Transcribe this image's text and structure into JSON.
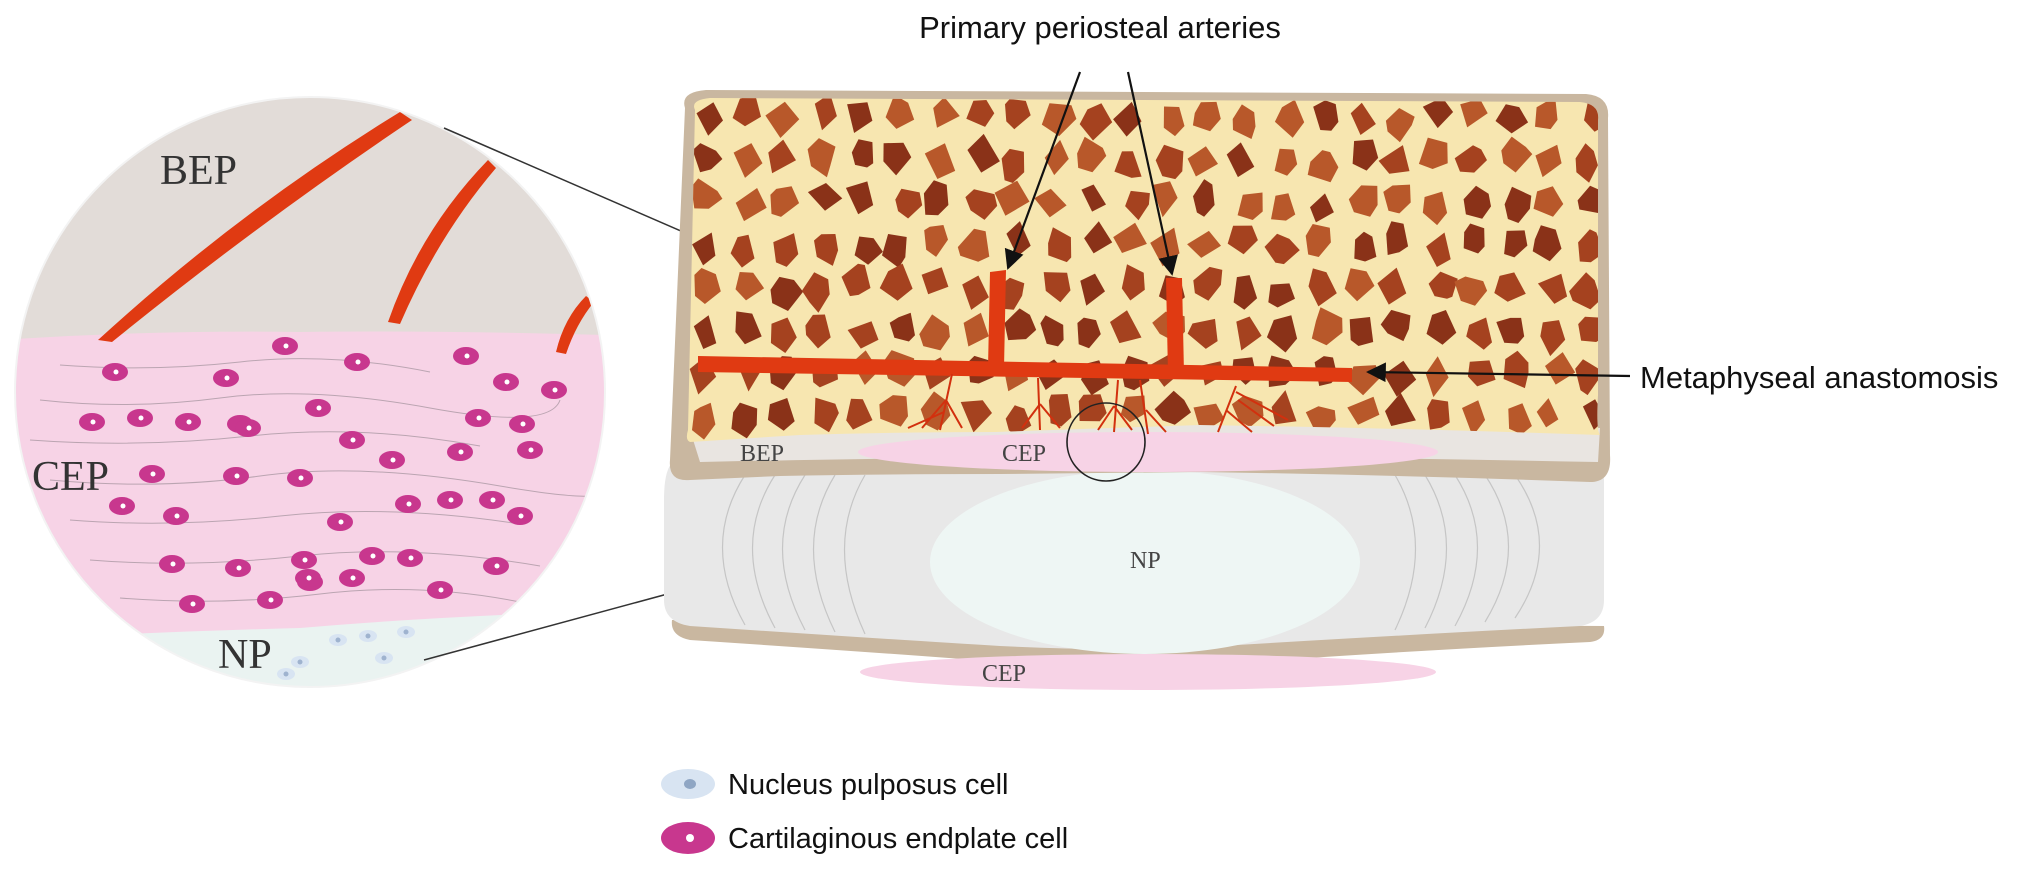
{
  "labels": {
    "primary_arteries": "Primary periosteal arteries",
    "metaphyseal": "Metaphyseal anastomosis",
    "bep_zoom": "BEP",
    "cep_zoom": "CEP",
    "np_zoom": "NP",
    "bep_main": "BEP",
    "cep_main_top": "CEP",
    "np_main": "NP",
    "cep_main_bottom": "CEP"
  },
  "legend": {
    "items": [
      {
        "label": "Nucleus pulposus cell"
      },
      {
        "label": "Cartilaginous  endplate cell"
      }
    ]
  },
  "colors": {
    "bone_matrix": "#f7e6b0",
    "bone_tissue": "#9a3a1c",
    "bone_dark": "#7a2a12",
    "cortex": "#c9b7a0",
    "artery": "#e03a12",
    "cep_pink": "#f7d3e6",
    "disc_grey": "#e8e8e8",
    "np_center": "#eef6f4",
    "bep_grey": "#e2dcd8",
    "cep_cell": "#c8378e",
    "np_cell": "#d8e4f2"
  }
}
